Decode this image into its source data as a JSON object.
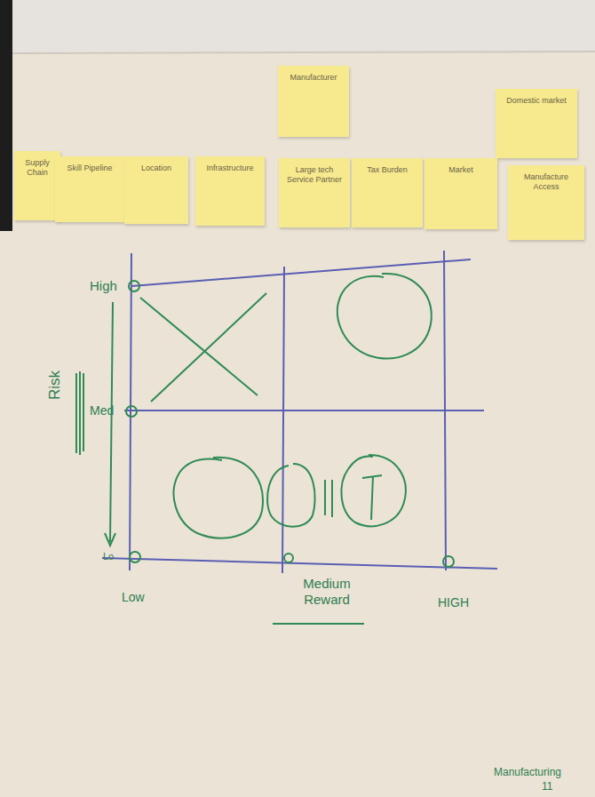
{
  "diagram": {
    "nodes": [
      {
        "text": [
          "Manufacturer"
        ]
      },
      {
        "text": [
          "Domestic market"
        ]
      },
      {
        "text": [
          "Supply Chain"
        ]
      },
      {
        "text": [
          "Skill Pipeline"
        ]
      },
      {
        "text": [
          "Location"
        ]
      },
      {
        "text": [
          "Infrastructure"
        ]
      },
      {
        "text": [
          "Large tech Service Partner"
        ]
      },
      {
        "text": [
          "Tax Burden"
        ]
      },
      {
        "text": [
          "Market"
        ]
      },
      {
        "text": [
          "Manufacture Access"
        ]
      }
    ],
    "labels": [
      "High",
      "Med",
      "Lo",
      "Risk",
      "Low",
      "Medium Reward",
      "HIGH",
      "Manufacturing",
      "11"
    ]
  }
}
